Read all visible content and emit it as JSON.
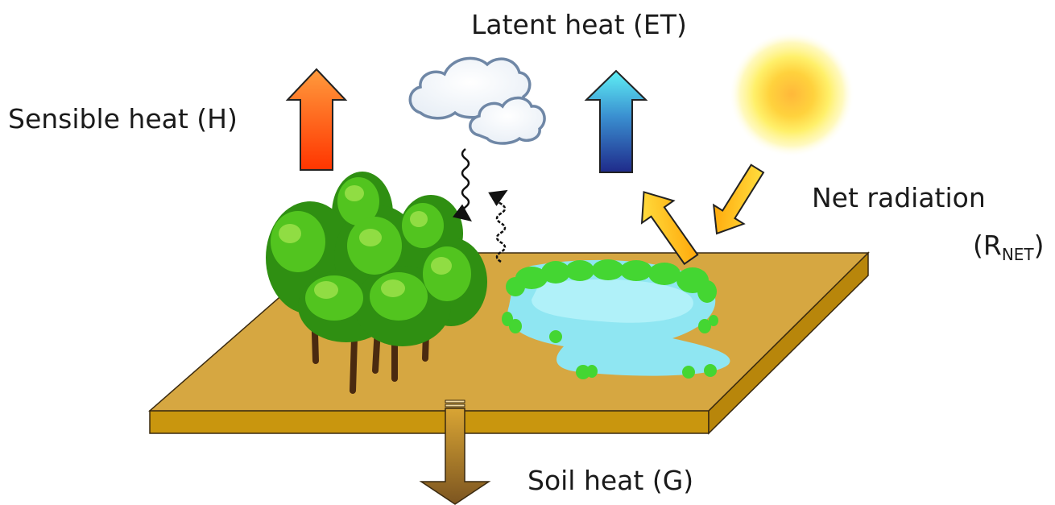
{
  "labels": {
    "latent_heat": "Latent heat (ET)",
    "sensible_heat": "Sensible heat (H)",
    "net_radiation": "Net radiation",
    "r_net_symbol": "R",
    "r_net_subscript": "NET",
    "soil_heat": "Soil heat (G)"
  },
  "colors": {
    "ground_top": "#d6a741",
    "ground_front": "#c9960e",
    "water": "#8fe6f2",
    "sensible_arrow_top": "#ff9933",
    "sensible_arrow_bottom": "#ff3300",
    "latent_arrow_top": "#55e8f0",
    "latent_arrow_bottom": "#1f2a8a",
    "sun_core": "#ffcc33",
    "radiation_arrow": "#ffb800",
    "soil_arrow": "#9a6b1f"
  }
}
